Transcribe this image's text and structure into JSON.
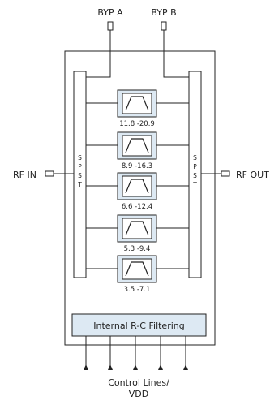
{
  "ports": {
    "byp_a": "BYP A",
    "byp_b": "BYP B",
    "rf_in": "RF IN",
    "rf_out": "RF OUT"
  },
  "switches": {
    "left": [
      "S",
      "P",
      "S",
      "T"
    ],
    "right": [
      "S",
      "P",
      "S",
      "T"
    ]
  },
  "filters": [
    {
      "label": "11.8 -20.9",
      "icon": "bandpass-filter-icon"
    },
    {
      "label": "8.9 -16.3",
      "icon": "bandpass-filter-icon"
    },
    {
      "label": "6.6 -12.4",
      "icon": "bandpass-filter-icon"
    },
    {
      "label": "5.3 -9.4",
      "icon": "bandpass-filter-icon"
    },
    {
      "label": "3.5 -7.1",
      "icon": "bandpass-filter-icon"
    }
  ],
  "internal_filtering": "Internal R-C Filtering",
  "control": {
    "line1": "Control Lines/",
    "line2": "VDD"
  },
  "colors": {
    "line": "#222222",
    "filter_fill": "#dde9f3",
    "box_fill": "#dde9f3"
  }
}
